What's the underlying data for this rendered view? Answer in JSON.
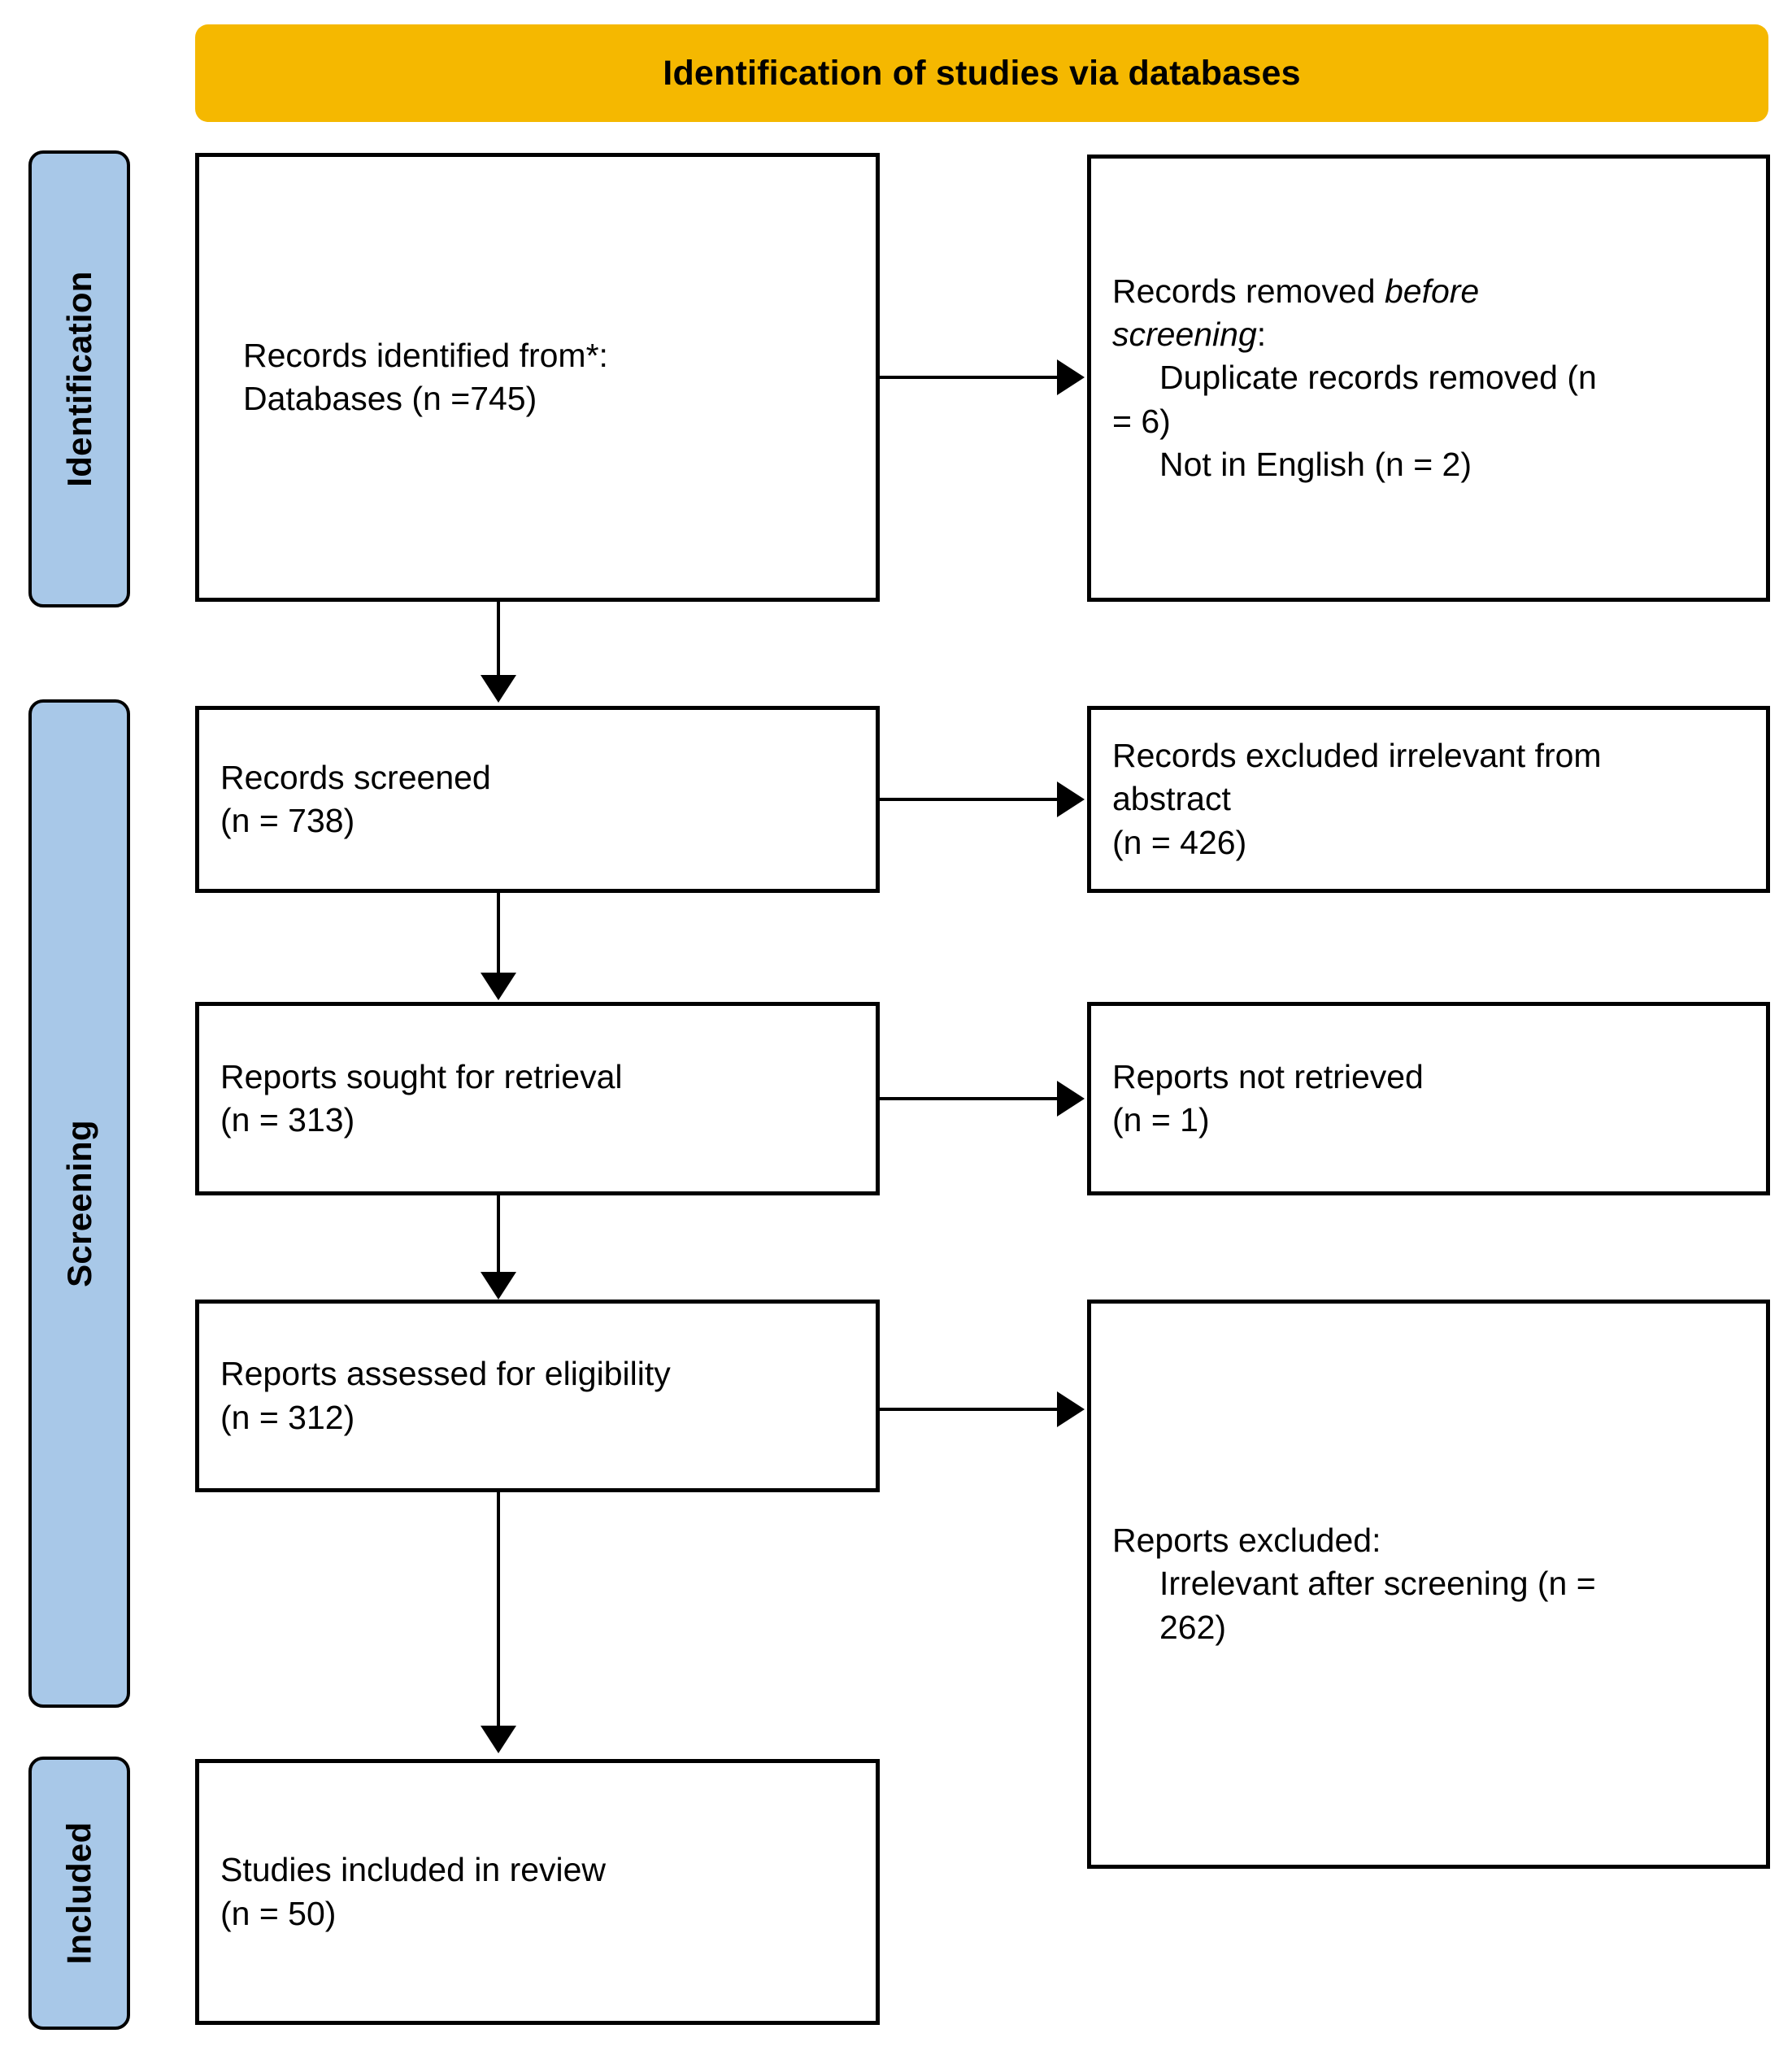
{
  "banner": {
    "title": "Identification of studies via databases",
    "color": "#F5B800"
  },
  "phases": {
    "color": "#A8C8E8",
    "identification": "Identification",
    "screening": "Screening",
    "included": "Included"
  },
  "boxes": {
    "identified": {
      "line1": "Records identified from*:",
      "line2": "Databases (n =745)"
    },
    "removed": {
      "line1_a": "Records removed ",
      "line1_em": "before",
      "line2_em": "screening",
      "line2_b": ":",
      "line3": "Duplicate records removed (n",
      "line4": "= 6)",
      "line5": "Not in English (n = 2)"
    },
    "screened": {
      "line1": "Records screened",
      "line2": "(n = 738)"
    },
    "excluded_abstract": {
      "line1": "Records excluded irrelevant from",
      "line2": "abstract",
      "line3": "(n = 426)"
    },
    "sought": {
      "line1": "Reports sought for retrieval",
      "line2": "(n = 313)"
    },
    "not_retrieved": {
      "line1": "Reports not retrieved",
      "line2": "(n = 1)"
    },
    "assessed": {
      "line1": "Reports assessed for eligibility",
      "line2": "(n = 312)"
    },
    "reports_excluded": {
      "line1": "Reports excluded:",
      "line2": "Irrelevant after screening (n =",
      "line3": "262)"
    },
    "included": {
      "line1": "Studies included in review",
      "line2": "(n = 50)"
    }
  },
  "chart_data": {
    "type": "diagram",
    "title": "PRISMA 2020 flow diagram",
    "nodes": [
      {
        "id": "identified",
        "phase": "Identification",
        "label": "Records identified from*: Databases",
        "n": 745
      },
      {
        "id": "removed",
        "phase": "Identification",
        "label": "Records removed before screening",
        "items": [
          {
            "label": "Duplicate records removed",
            "n": 6
          },
          {
            "label": "Not in English",
            "n": 2
          }
        ]
      },
      {
        "id": "screened",
        "phase": "Screening",
        "label": "Records screened",
        "n": 738
      },
      {
        "id": "excluded_abstract",
        "phase": "Screening",
        "label": "Records excluded irrelevant from abstract",
        "n": 426
      },
      {
        "id": "sought",
        "phase": "Screening",
        "label": "Reports sought for retrieval",
        "n": 313
      },
      {
        "id": "not_retrieved",
        "phase": "Screening",
        "label": "Reports not retrieved",
        "n": 1
      },
      {
        "id": "assessed",
        "phase": "Screening",
        "label": "Reports assessed for eligibility",
        "n": 312
      },
      {
        "id": "reports_excluded",
        "phase": "Screening",
        "label": "Reports excluded",
        "items": [
          {
            "label": "Irrelevant after screening",
            "n": 262
          }
        ]
      },
      {
        "id": "included",
        "phase": "Included",
        "label": "Studies included in review",
        "n": 50
      }
    ],
    "edges": [
      {
        "from": "identified",
        "to": "removed",
        "dir": "right"
      },
      {
        "from": "identified",
        "to": "screened",
        "dir": "down"
      },
      {
        "from": "screened",
        "to": "excluded_abstract",
        "dir": "right"
      },
      {
        "from": "screened",
        "to": "sought",
        "dir": "down"
      },
      {
        "from": "sought",
        "to": "not_retrieved",
        "dir": "right"
      },
      {
        "from": "sought",
        "to": "assessed",
        "dir": "down"
      },
      {
        "from": "assessed",
        "to": "reports_excluded",
        "dir": "right"
      },
      {
        "from": "assessed",
        "to": "included",
        "dir": "down"
      }
    ]
  }
}
